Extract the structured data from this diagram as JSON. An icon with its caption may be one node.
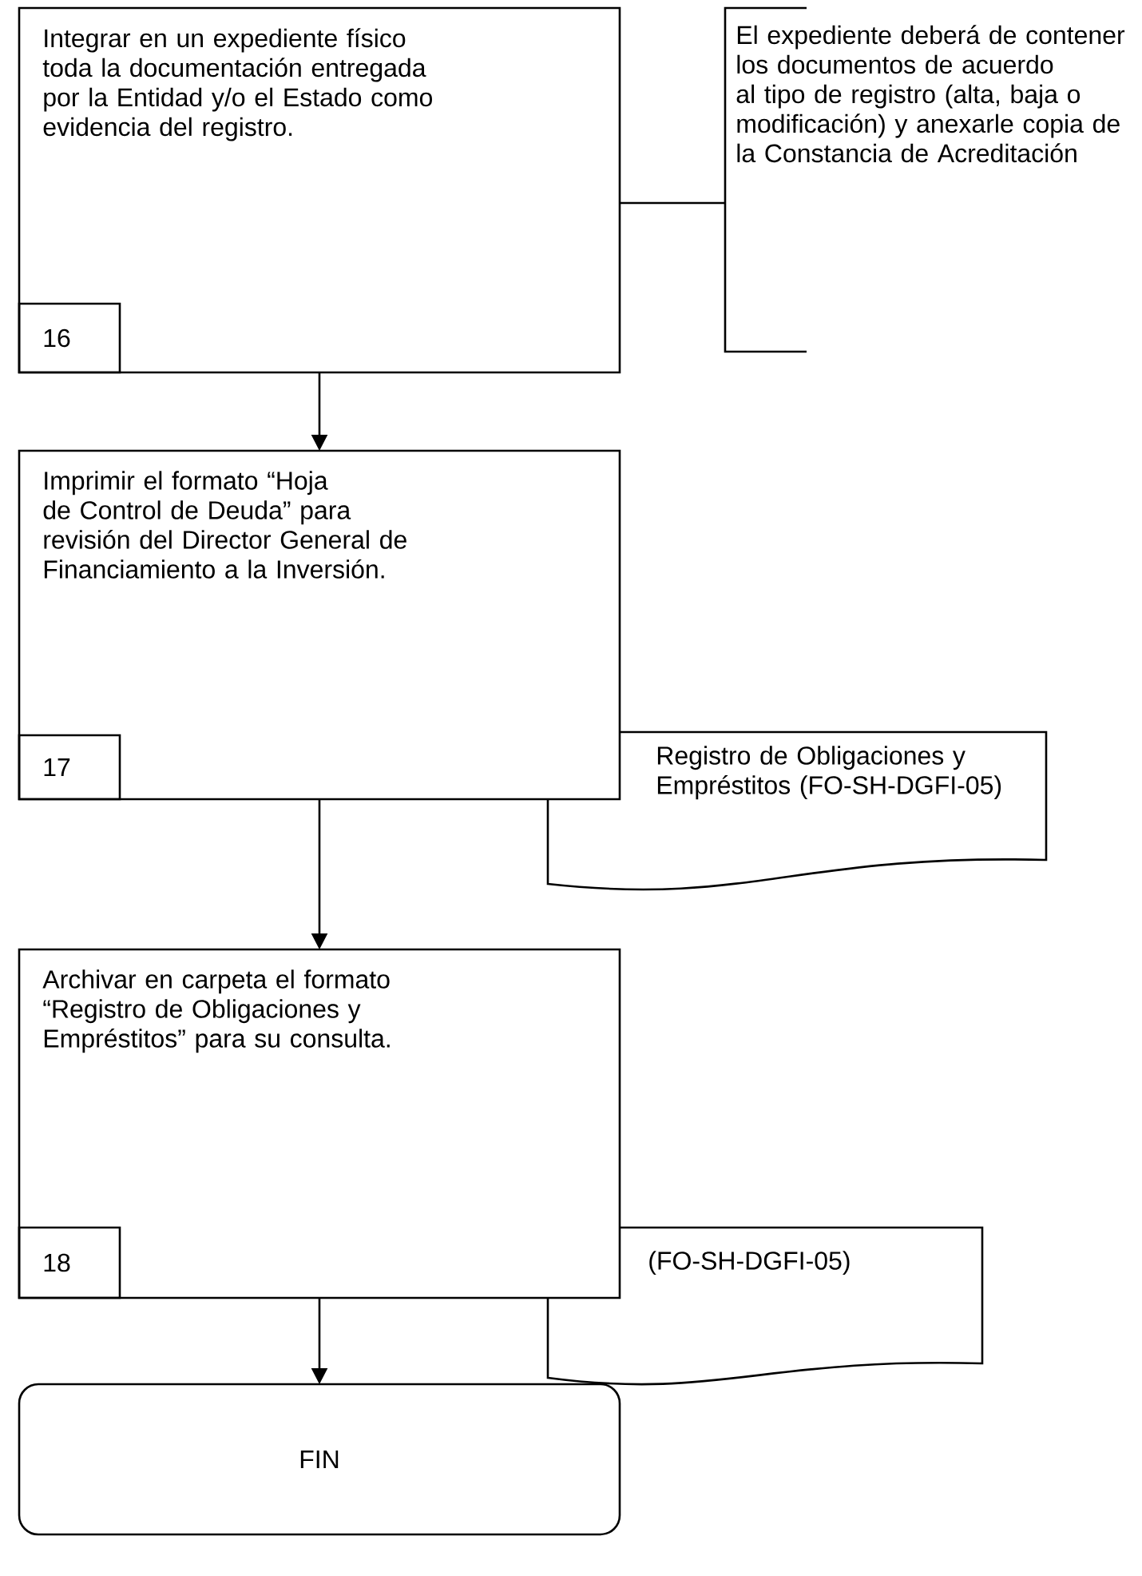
{
  "diagram": {
    "nodes": [
      {
        "text": [
          "Integrar en un expediente físico toda la documentación entregada por la Entidad y/o el Estado como evidencia del registro."
        ]
      },
      {
        "text": [
          "16"
        ],
        "in": 0
      },
      {
        "text": [
          "El expediente deberá de contener los documentos de acuerdo al tipo de registro (alta, baja o modificación) y anexarle copia de la Constancia de Acreditación"
        ]
      },
      {
        "text": [
          "Imprimir el formato “Hoja de Control de Deuda” para revisión del Director General de Financiamiento a la Inversión."
        ]
      },
      {
        "text": [
          "17"
        ],
        "in": 3
      },
      {
        "text": [
          "Registro de Obligaciones y Empréstitos (FO-SH-DGFI-05)"
        ]
      },
      {
        "text": [
          "Archivar en carpeta el formato “Registro de Obligaciones y Empréstitos” para su consulta."
        ]
      },
      {
        "text": [
          "18"
        ],
        "in": 6
      },
      {
        "text": [
          "(FO-SH-DGFI-05)"
        ]
      },
      {
        "text": [
          "FIN"
        ]
      }
    ],
    "edges": [
      {
        "from": 0,
        "to": 2,
        "arrow": "none"
      },
      {
        "from": 0,
        "to": 3,
        "arrow": "to"
      },
      {
        "from": 3,
        "to": 6,
        "arrow": "to"
      },
      {
        "from": 6,
        "to": 9,
        "arrow": "to"
      }
    ]
  }
}
